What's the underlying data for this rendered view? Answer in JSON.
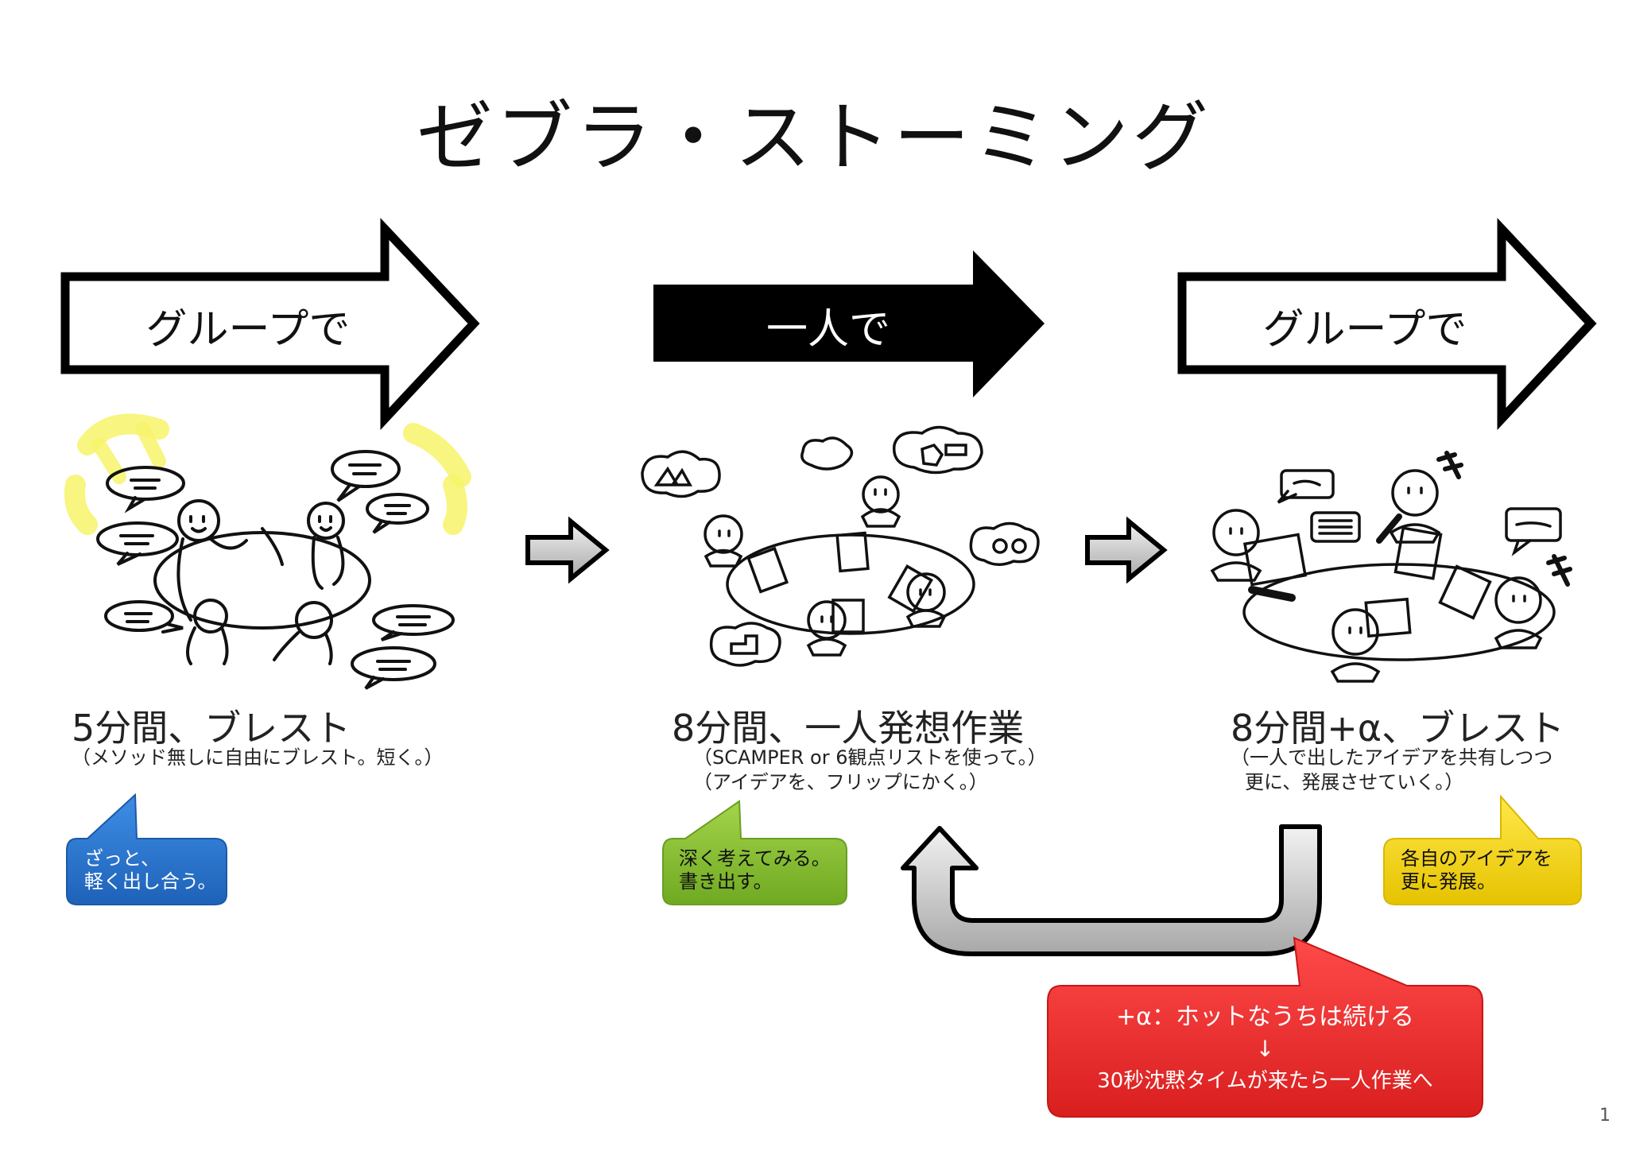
{
  "title": "ゼブラ・ストーミング",
  "arrows": [
    {
      "label": "グループで"
    },
    {
      "label": "一人で"
    },
    {
      "label": "グループで"
    }
  ],
  "phases": [
    {
      "title": "5分間、ブレスト",
      "subtitle_lines": [
        "（メソッド無しに自由にブレスト。短く。）"
      ]
    },
    {
      "title": "8分間、一人発想作業",
      "subtitle_lines": [
        "（SCAMPER or 6観点リストを使って。）",
        "（アイデアを、フリップにかく。）"
      ]
    },
    {
      "title": "8分間+α、ブレスト",
      "subtitle_lines": [
        "（一人で出したアイデアを共有しつつ",
        "更に、発展させていく。）"
      ]
    }
  ],
  "callouts": [
    {
      "lines": [
        "ざっと、",
        "軽く出し合う。"
      ],
      "color": "#2f7bd4"
    },
    {
      "lines": [
        "深く考えてみる。",
        "書き出す。"
      ],
      "color": "#8dc63f"
    },
    {
      "lines": [
        "各自のアイデアを",
        "更に発展。"
      ],
      "color": "#f3d312"
    }
  ],
  "loop_note": {
    "line1": "+α：ホットなうちは続ける",
    "line2": "↓",
    "line3": "30秒沈黙タイムが来たら一人作業へ",
    "color": "#ee3333"
  },
  "page_number": "1"
}
